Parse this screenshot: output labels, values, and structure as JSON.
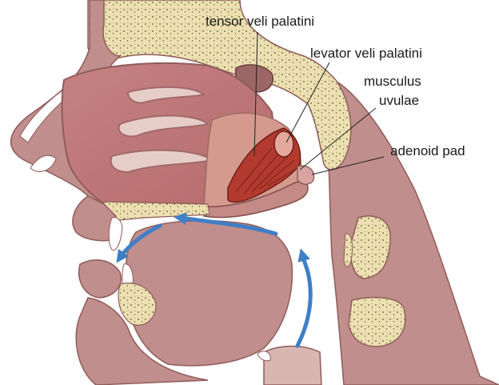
{
  "labels": {
    "tensor_veli_palatini": "tensor veli palatini",
    "levator_veli_palatini": "levator veli palatini",
    "musculus": "musculus",
    "uvulae": "uvulae",
    "adenoid_pad": "adenoid pad"
  },
  "colors": {
    "tissue": "#b88a86",
    "tissue_dark": "#8f5c5a",
    "bone": "#ece0b0",
    "bone_speckle": "#5b5240",
    "cavity": "#c98786",
    "muscle": "#b23a2e",
    "airflow": "#3f7fc6"
  }
}
